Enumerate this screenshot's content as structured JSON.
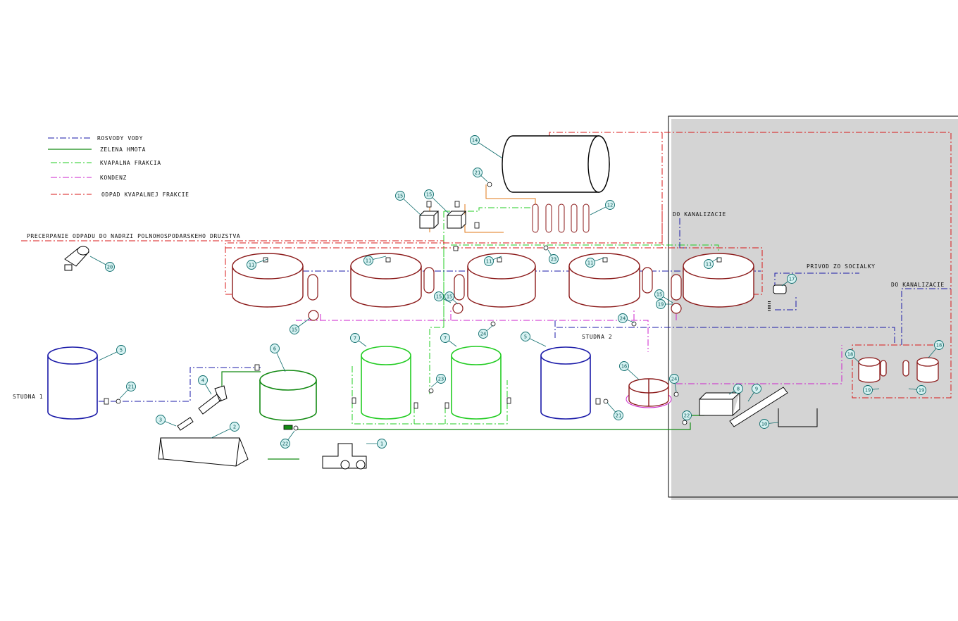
{
  "legend": {
    "items": [
      {
        "label": "ROSVODY VODY",
        "color": "#1a1aa8",
        "dash": "9 3 2 3"
      },
      {
        "label": "ZELENA HMOTA",
        "color": "#138a13",
        "dash": ""
      },
      {
        "label": "KVAPALNA FRAKCIA",
        "color": "#22cc22",
        "dash": "9 3 2 3"
      },
      {
        "label": "KONDENZ",
        "color": "#cc22cc",
        "dash": "9 3 2 3"
      },
      {
        "label": "ODPAD KVAPALNEJ FRAKCIE",
        "color": "#d81818",
        "dash": "9 3 2 3"
      }
    ]
  },
  "labels": {
    "transfer": "PRECERPANIE ODPADU DO NADRZI POLNOHOSPODARSKEHO DRUZSTVA",
    "sewer_top": "DO KANALIZACIE",
    "sewer_right": "DO KANALIZACIE",
    "social": "PRIVOD ZO SOCIALKY",
    "well1": "STUDNA 1",
    "well2": "STUDNA 2"
  },
  "equipment": [
    {
      "id": "tag-1",
      "number": "1"
    },
    {
      "id": "tag-2",
      "number": "2"
    },
    {
      "id": "tag-3",
      "number": "3"
    },
    {
      "id": "tag-4",
      "number": "4"
    },
    {
      "id": "tag-5a",
      "number": "5"
    },
    {
      "id": "tag-5b",
      "number": "5"
    },
    {
      "id": "tag-6",
      "number": "6"
    },
    {
      "id": "tag-7a",
      "number": "7"
    },
    {
      "id": "tag-7b",
      "number": "7"
    },
    {
      "id": "tag-8",
      "number": "8"
    },
    {
      "id": "tag-9",
      "number": "9"
    },
    {
      "id": "tag-10",
      "number": "10"
    },
    {
      "id": "tag-11a",
      "number": "11"
    },
    {
      "id": "tag-11b",
      "number": "11"
    },
    {
      "id": "tag-11c",
      "number": "11"
    },
    {
      "id": "tag-11d",
      "number": "11"
    },
    {
      "id": "tag-11e",
      "number": "11"
    },
    {
      "id": "tag-12",
      "number": "12"
    },
    {
      "id": "tag-14",
      "number": "14"
    },
    {
      "id": "tag-15a",
      "number": "15"
    },
    {
      "id": "tag-15b",
      "number": "15"
    },
    {
      "id": "tag-15c",
      "number": "15"
    },
    {
      "id": "tag-15d",
      "number": "15"
    },
    {
      "id": "tag-15e",
      "number": "15"
    },
    {
      "id": "tag-15f",
      "number": "15"
    },
    {
      "id": "tag-16",
      "number": "16"
    },
    {
      "id": "tag-17",
      "number": "17"
    },
    {
      "id": "tag-18a",
      "number": "18"
    },
    {
      "id": "tag-18b",
      "number": "18"
    },
    {
      "id": "tag-19a",
      "number": "19"
    },
    {
      "id": "tag-19b",
      "number": "19"
    },
    {
      "id": "tag-19c",
      "number": "19"
    },
    {
      "id": "tag-20",
      "number": "20"
    },
    {
      "id": "tag-21a",
      "number": "21"
    },
    {
      "id": "tag-21b",
      "number": "21"
    },
    {
      "id": "tag-21c",
      "number": "21"
    },
    {
      "id": "tag-22a",
      "number": "22"
    },
    {
      "id": "tag-22b",
      "number": "22"
    },
    {
      "id": "tag-23a",
      "number": "23"
    },
    {
      "id": "tag-23b",
      "number": "23"
    },
    {
      "id": "tag-24a",
      "number": "24"
    },
    {
      "id": "tag-24b",
      "number": "24"
    },
    {
      "id": "tag-24c",
      "number": "24"
    }
  ],
  "colors": {
    "water": "#1a1aa8",
    "green_mass": "#138a13",
    "liquid": "#22cc22",
    "condensate": "#cc22cc",
    "waste": "#d81818",
    "fermenter": "#8b1a1a",
    "tag": "#0a6a6a",
    "tag_fill": "#d6f2f2",
    "orange": "#e07818"
  }
}
